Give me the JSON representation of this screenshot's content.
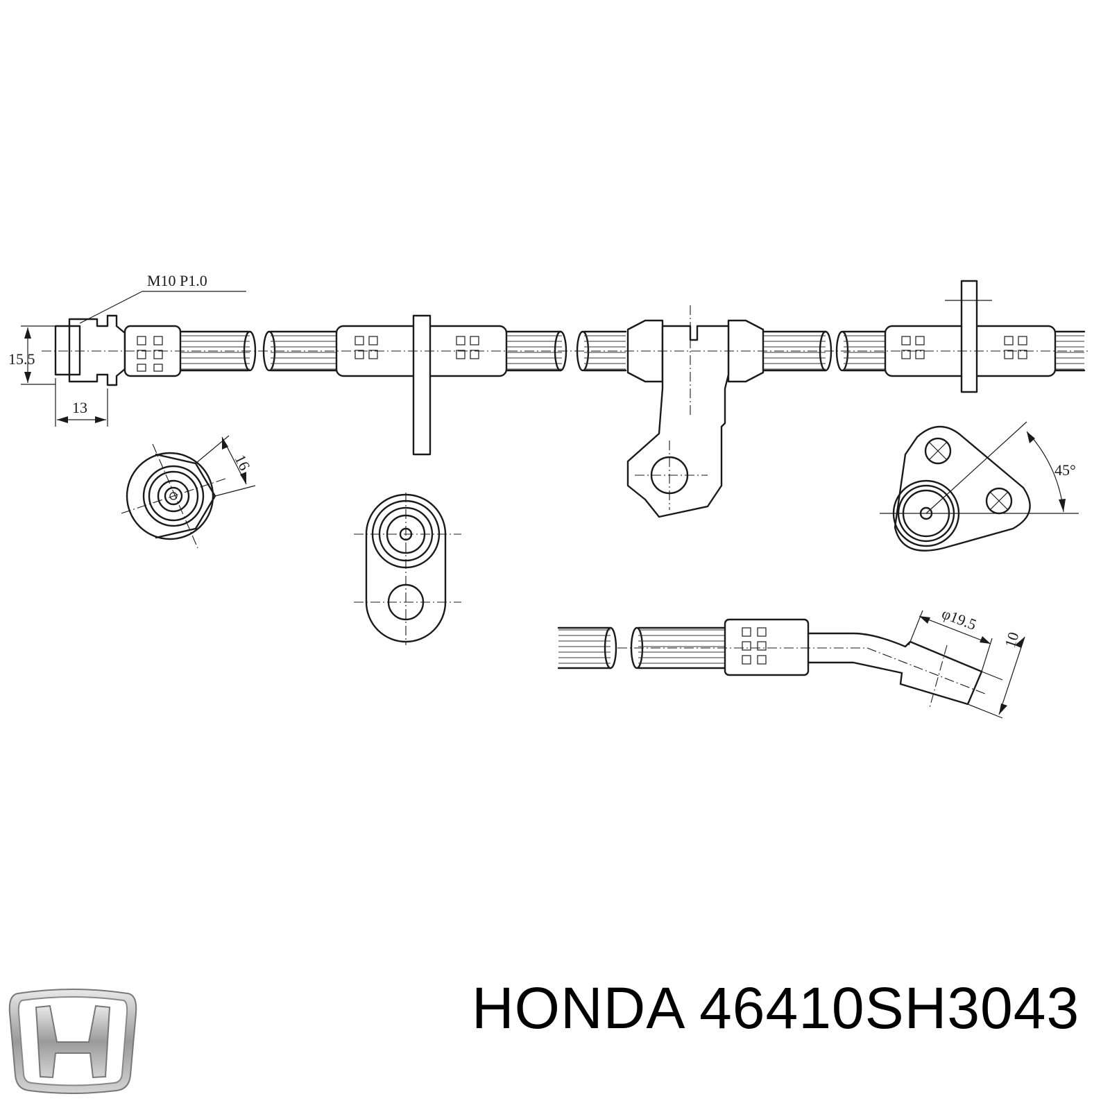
{
  "drawing": {
    "dimensions": {
      "thread": "M10 P1.0",
      "fitting_height": "15.5",
      "fitting_length": "13",
      "hex_flats": "16",
      "angle": "45°",
      "banjo_diameter": "φ19.5",
      "banjo_width": "10"
    }
  },
  "caption": {
    "brand": "HONDA",
    "part_number": "46410SH3043"
  },
  "logo": {
    "brand_mark": "HONDA H",
    "color": "#9a9a9a"
  }
}
